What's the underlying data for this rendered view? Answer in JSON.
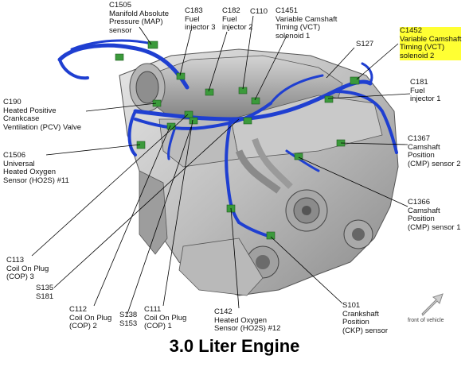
{
  "title": "3.0 Liter Engine",
  "front_of_vehicle": "front of vehicle",
  "highlight_color": "#ffff33",
  "harness_color": "#1f3fd1",
  "connector_color": "#3b9a3b",
  "labels": {
    "c1505": "C1505\nManifold Absolute\nPressure (MAP)\nsensor",
    "c183": "C183\nFuel\ninjector 3",
    "c182": "C182\nFuel\ninjector 2",
    "c110": "C110",
    "c1451": "C1451\nVariable Camshaft\nTiming (VCT)\nsolenoid 1",
    "c1452": "C1452\nVariable Camshaft\nTiming (VCT)\nsolenoid 2",
    "s127": "S127",
    "c181": "C181\nFuel\ninjector 1",
    "c190": "C190\nHeated Positive\nCrankcase\nVentilation (PCV) Valve",
    "c1506": "C1506\nUniversal\nHeated Oxygen\nSensor (HO2S) #11",
    "c1367": "C1367\nCamshaft Position\n(CMP) sensor 2",
    "c1366": "C1366\nCamshaft Position\n(CMP) sensor 1",
    "c113": "C113\nCoil On Plug\n(COP) 3",
    "s135": "S135\nS181",
    "c112": "C112\nCoil On Plug\n(COP) 2",
    "s138": "S138\nS153",
    "c111": "C111\nCoil On Plug\n(COP) 1",
    "c142": "C142\nHeated Oxygen\nSensor (HO2S) #12",
    "s101": "S101\nCrankshaft\nPosition\n(CKP) sensor"
  }
}
